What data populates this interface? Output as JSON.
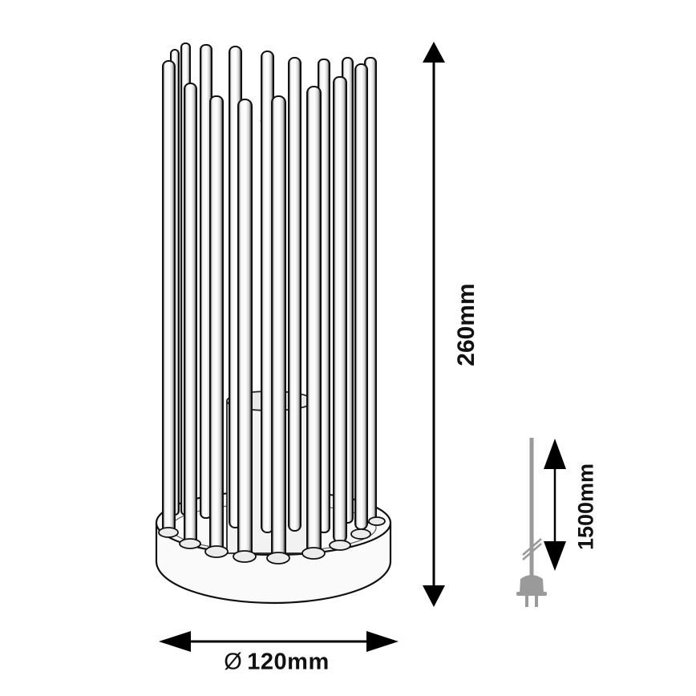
{
  "diagram": {
    "type": "product dimension drawing",
    "subject": "cylindrical table lamp with vertical glass rods around central filament bulb on round base",
    "colors": {
      "line": "#111111",
      "cable": "#9a9a9a",
      "fill": "#ffffff"
    }
  },
  "dimensions": {
    "height": {
      "label": "260mm",
      "orientation": "vertical"
    },
    "diameter": {
      "symbol": "Ø",
      "value": "120mm",
      "orientation": "horizontal"
    },
    "cable": {
      "label": "1500mm",
      "orientation": "vertical"
    }
  },
  "icons": {
    "cable": "power-cable-icon",
    "plug": "plug-icon"
  }
}
